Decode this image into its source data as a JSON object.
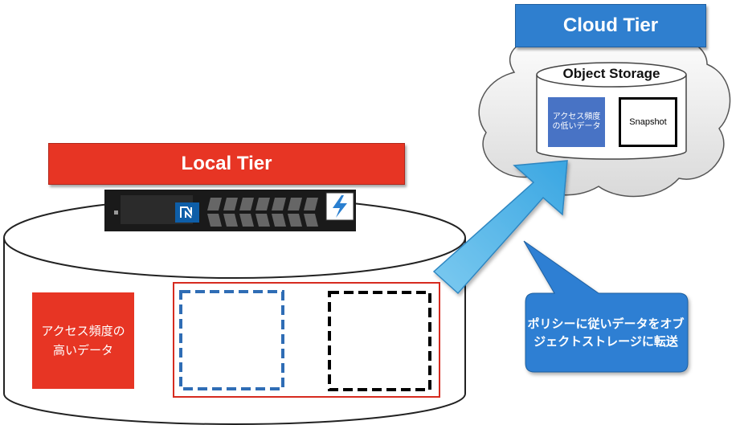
{
  "cloud_tier": {
    "title": "Cloud Tier"
  },
  "object_storage": {
    "title": "Object Storage",
    "cold_data_label": "アクセス頻度の低いデータ",
    "snapshot_label": "Snapshot"
  },
  "local_tier": {
    "title": "Local Tier",
    "hot_data_label": "アクセス頻度の高いデータ"
  },
  "callout": {
    "text": "ポリシーに従いデータをオブジェクトストレージに転送"
  },
  "colors": {
    "local_red": "#e73524",
    "cloud_blue": "#2f7fcf",
    "arrow_blue": "#4bb3e8",
    "callout_blue": "#2f7fd3",
    "data_blue": "#4873c5"
  }
}
